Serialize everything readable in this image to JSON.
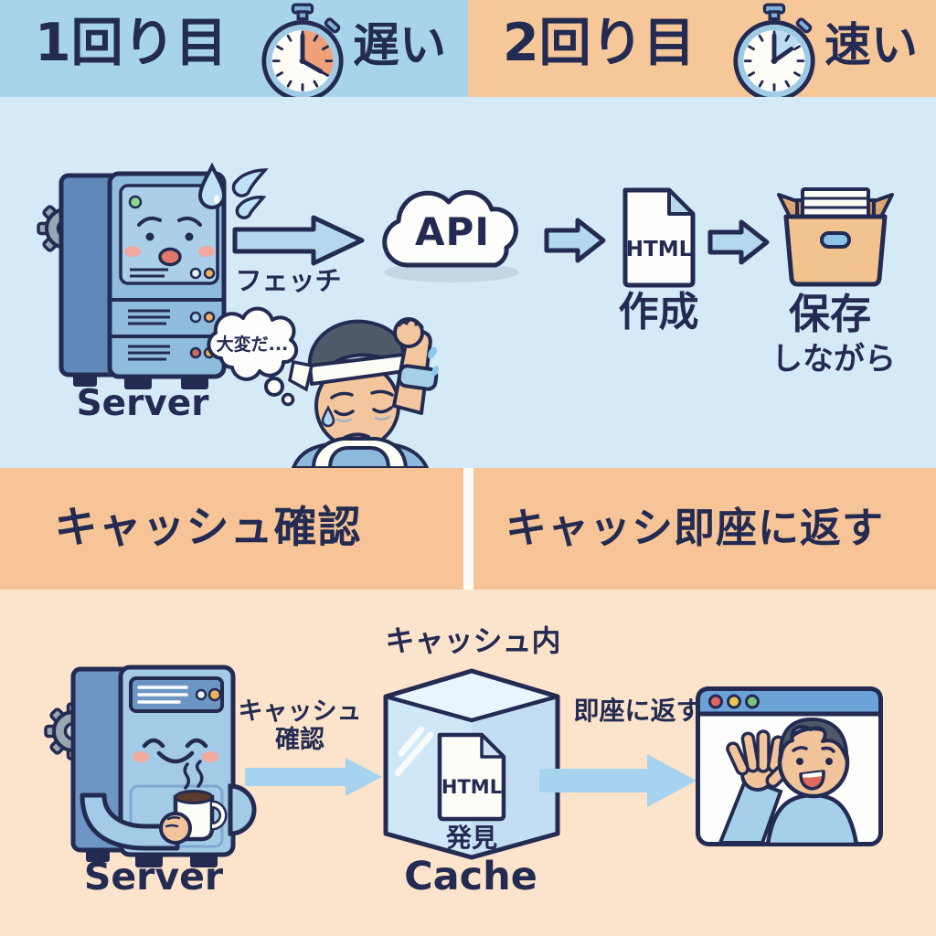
{
  "header": {
    "first": {
      "title": "1回り目",
      "status": "遅い"
    },
    "second": {
      "title": "2回り目",
      "status": "速い"
    }
  },
  "flow_first": {
    "server_label": "Server",
    "fetch_label": "フェッチ",
    "thought_text": "大変だ...",
    "api_label": "API",
    "doc_label": "HTML",
    "create_label": "作成",
    "save_label": "保存",
    "save_note": "しながら"
  },
  "band": {
    "left": "キャッシュ確認",
    "right": "キャッシ即座に返す"
  },
  "flow_second": {
    "server_label": "Server",
    "check_line1": "キャッシュ",
    "check_line2": "確認",
    "cache_inside_label": "キャッシュ内",
    "doc_label": "HTML",
    "found_label": "発見",
    "cache_label": "Cache",
    "instant_label": "即座に返す"
  },
  "colors": {
    "header_first_bg": "#a7d3eb",
    "header_second_bg": "#f6c799",
    "flow_first_bg": "#d5eaf7",
    "band_bg": "#f6c496",
    "band_divider": "#fdfdf8",
    "flow_second_bg": "#fce3cb",
    "text_navy": "#232b52",
    "arrow_outlined_fill": "#b3d8f0",
    "arrow_flat_fill": "#a6d3ef",
    "stopwatch_slow_wedge": "#f0a07a",
    "stopwatch_fast_wedge": "#bcdcf2"
  }
}
